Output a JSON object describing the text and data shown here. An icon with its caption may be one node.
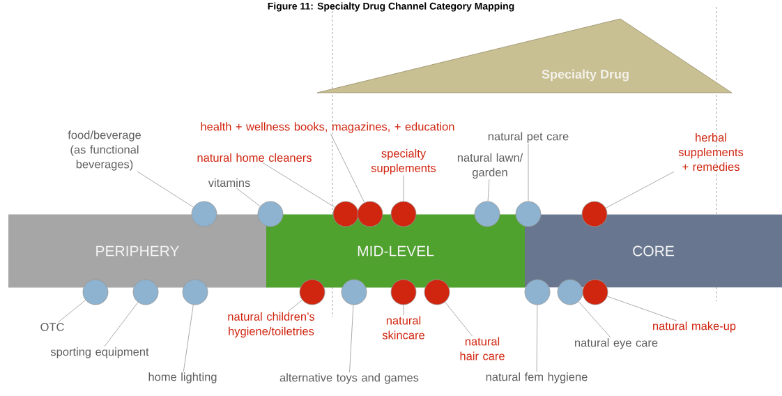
{
  "diagram": {
    "title": "Figure 11: Specialty Drug Channel Category Mapping",
    "nodes": [
      {
        "text": [
          "Specialty Drug"
        ]
      },
      {
        "text": [
          "PERIPHERY"
        ]
      },
      {
        "text": [
          "MID-LEVEL"
        ]
      },
      {
        "text": [
          "CORE"
        ]
      },
      {
        "text": [
          "food/beverage (as functional beverages)"
        ]
      },
      {
        "text": [
          "vitamins"
        ]
      },
      {
        "text": [
          "natural home cleaners"
        ]
      },
      {
        "text": [
          "health + wellness books, magazines, + education"
        ]
      },
      {
        "text": [
          "specialty supplements"
        ]
      },
      {
        "text": [
          "natural  lawn/ garden"
        ]
      },
      {
        "text": [
          "natural  pet care"
        ]
      },
      {
        "text": [
          "herbal supplements + remedies"
        ]
      },
      {
        "text": [],
        "shape": "circle"
      },
      {
        "text": [],
        "shape": "circle"
      },
      {
        "text": [],
        "shape": "circle"
      },
      {
        "text": [],
        "shape": "circle"
      },
      {
        "text": [],
        "shape": "circle"
      },
      {
        "text": [],
        "shape": "circle"
      },
      {
        "text": [],
        "shape": "circle"
      },
      {
        "text": [],
        "shape": "circle"
      },
      {
        "text": [],
        "shape": "circle"
      },
      {
        "text": [],
        "shape": "circle"
      },
      {
        "text": [],
        "shape": "circle"
      },
      {
        "text": [],
        "shape": "circle"
      },
      {
        "text": [],
        "shape": "circle"
      },
      {
        "text": [],
        "shape": "circle"
      },
      {
        "text": [],
        "shape": "circle"
      },
      {
        "text": [],
        "shape": "circle"
      },
      {
        "text": [],
        "shape": "circle"
      },
      {
        "text": [],
        "shape": "circle"
      },
      {
        "text": [
          "OTC"
        ]
      },
      {
        "text": [
          "sporting equipment"
        ]
      },
      {
        "text": [
          "home lighting"
        ]
      },
      {
        "text": [
          "natural  children’s hygiene/toiletries"
        ]
      },
      {
        "text": [
          "alternative toys and games"
        ]
      },
      {
        "text": [
          "natural skincare"
        ]
      },
      {
        "text": [
          "natural hair care"
        ]
      },
      {
        "text": [
          "natural fem hygiene"
        ]
      },
      {
        "text": [
          "natural eye care"
        ]
      },
      {
        "text": [
          "natural make-up"
        ]
      }
    ],
    "edges": [
      {
        "from": 4,
        "to": 12,
        "arrow": "none"
      },
      {
        "from": 5,
        "to": 13,
        "arrow": "none"
      },
      {
        "from": 6,
        "to": 14,
        "arrow": "none"
      },
      {
        "from": 7,
        "to": 15,
        "arrow": "none"
      },
      {
        "from": 8,
        "to": 16,
        "arrow": "none"
      },
      {
        "from": 9,
        "to": 17,
        "arrow": "none"
      },
      {
        "from": 10,
        "to": 18,
        "arrow": "none"
      },
      {
        "from": 11,
        "to": 19,
        "arrow": "none"
      },
      {
        "from": 30,
        "to": 20,
        "arrow": "none"
      },
      {
        "from": 31,
        "to": 21,
        "arrow": "none"
      },
      {
        "from": 32,
        "to": 22,
        "arrow": "none"
      },
      {
        "from": 33,
        "to": 23,
        "arrow": "none"
      },
      {
        "from": 34,
        "to": 24,
        "arrow": "none"
      },
      {
        "from": 35,
        "to": 25,
        "arrow": "none"
      },
      {
        "from": 36,
        "to": 26,
        "arrow": "none"
      },
      {
        "from": 37,
        "to": 27,
        "arrow": "none"
      },
      {
        "from": 38,
        "to": 28,
        "arrow": "none"
      },
      {
        "from": 39,
        "to": 29,
        "arrow": "none"
      }
    ]
  }
}
